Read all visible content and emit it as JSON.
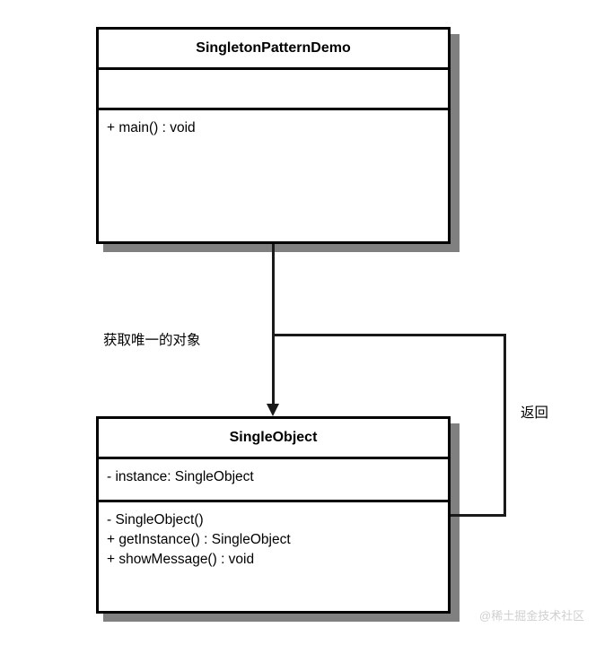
{
  "diagram": {
    "title_text": "",
    "background_color": "#ffffff",
    "line_color": "#1a1a1a",
    "shadow_color": "#808080",
    "classes": [
      {
        "name": "SingletonPatternDemo",
        "attributes": [],
        "methods": [
          "+ main() : void"
        ]
      },
      {
        "name": "SingleObject",
        "attributes": [
          "- instance: SingleObject"
        ],
        "methods": [
          "- SingleObject()",
          "+ getInstance() : SingleObject",
          "+ showMessage() : void"
        ]
      }
    ],
    "edges": [
      {
        "label": "获取唯一的对象",
        "kind": "call-arrow"
      },
      {
        "label": "返回",
        "kind": "return-path"
      }
    ]
  },
  "watermark": {
    "text": "@稀土掘金技术社区"
  }
}
